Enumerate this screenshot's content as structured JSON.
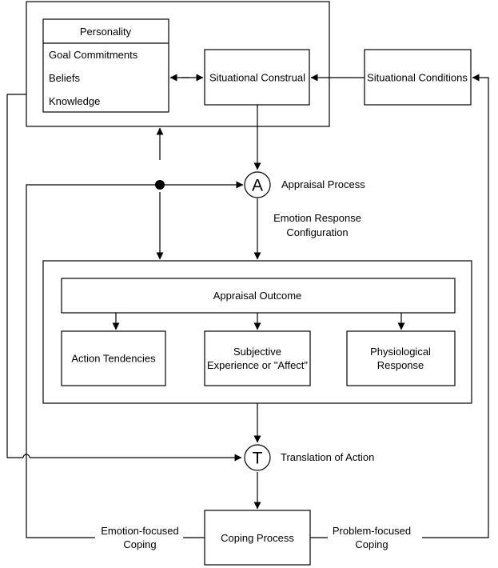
{
  "personality": {
    "title": "Personality",
    "items": [
      "Goal Commitments",
      "Beliefs",
      "Knowledge"
    ]
  },
  "boxes": {
    "situational_construal": "Situational Construal",
    "situational_conditions": "Situational Conditions",
    "appraisal_outcome": "Appraisal Outcome",
    "action_tendencies": "Action Tendencies",
    "subjective_experience": [
      "Subjective",
      "Experience or \"Affect\""
    ],
    "physiological_response": [
      "Physiological",
      "Response"
    ],
    "coping_process": "Coping Process"
  },
  "nodes": {
    "appraisal": {
      "letter": "A",
      "label": "Appraisal Process"
    },
    "translation": {
      "letter": "T",
      "label": "Translation of Action"
    }
  },
  "labels": {
    "emotion_response_configuration": [
      "Emotion Response",
      "Configuration"
    ],
    "emotion_focused_coping": [
      "Emotion-focused",
      "Coping"
    ],
    "problem_focused_coping": [
      "Problem-focused",
      "Coping"
    ]
  }
}
